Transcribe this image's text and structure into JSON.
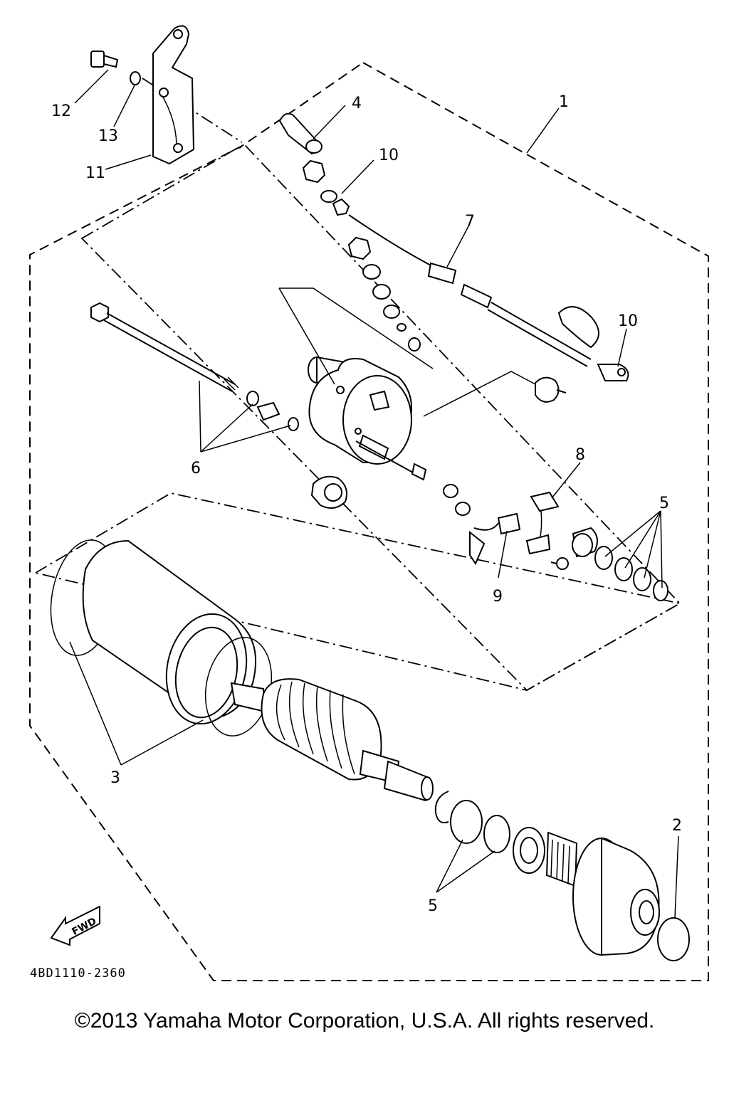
{
  "diagram": {
    "callouts": {
      "c1": "1",
      "c2": "2",
      "c3": "3",
      "c4": "4",
      "c5a": "5",
      "c5b": "5",
      "c6": "6",
      "c7": "7",
      "c8": "8",
      "c9": "9",
      "c10a": "10",
      "c10b": "10",
      "c11": "11",
      "c12": "12",
      "c13": "13"
    },
    "fwd_label": "FWD",
    "diagram_code": "4BD1110-2360"
  },
  "footer": {
    "copyright": "©2013 Yamaha Motor Corporation, U.S.A. All rights reserved."
  }
}
